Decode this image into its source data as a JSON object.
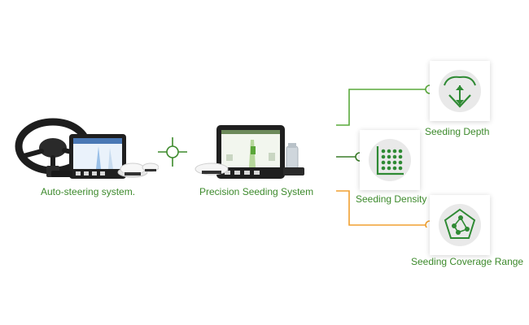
{
  "products": {
    "autosteer_label": "Auto-steering system.",
    "seeding_label": "Precision Seeding System"
  },
  "features": [
    {
      "label": "Seeding Depth",
      "icon": "seeding-depth-icon",
      "connector_color": "#5aaa3c"
    },
    {
      "label": "Seeding Density",
      "icon": "seeding-density-icon",
      "connector_color": "#3a7d2a"
    },
    {
      "label": "Seeding Coverage Range",
      "icon": "seeding-coverage-icon",
      "connector_color": "#f0a030"
    }
  ],
  "colors": {
    "brand_green": "#3d8a2c",
    "icon_green": "#2f8a34",
    "orange": "#f0a030"
  }
}
